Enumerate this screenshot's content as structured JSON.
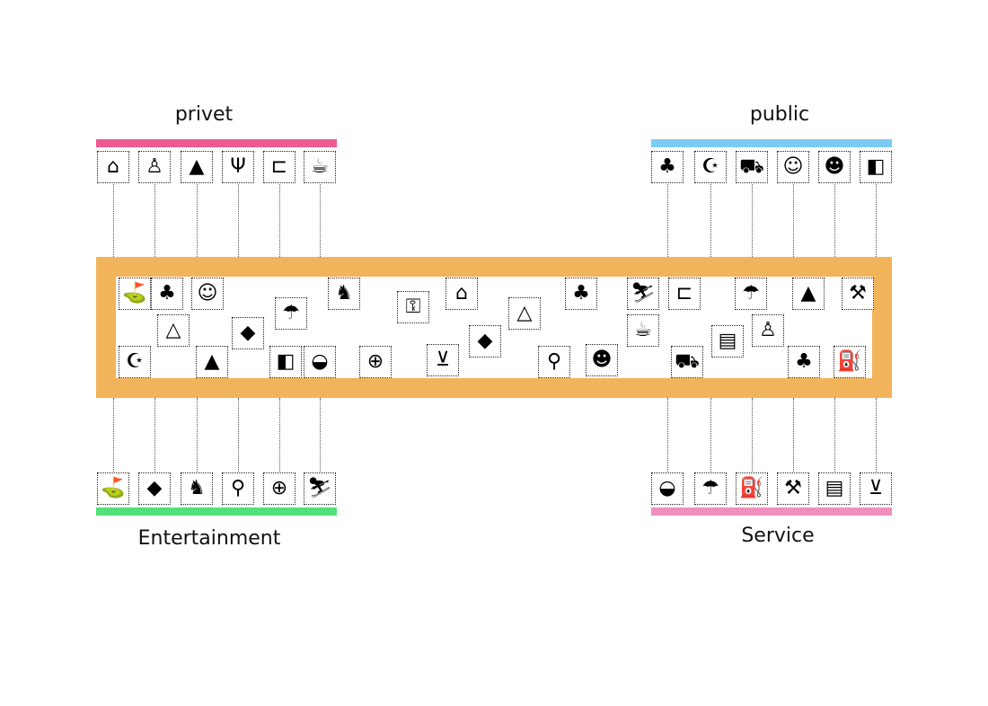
{
  "groups": {
    "privet": {
      "label": "privet",
      "color": "#ee5a92",
      "icons": [
        "house",
        "waiter",
        "tent",
        "fork-knife",
        "bed",
        "coffee"
      ]
    },
    "public": {
      "label": "public",
      "color": "#7dcbf4",
      "icons": [
        "tree-bench",
        "mosque",
        "food-vendor",
        "crowd",
        "theater-masks",
        "shopping-bags"
      ]
    },
    "entertainment": {
      "label": "Entertainment",
      "color": "#52e07a",
      "icons": [
        "golf",
        "kite",
        "carousel",
        "swing",
        "gamepad",
        "skiing"
      ]
    },
    "service": {
      "label": "Service",
      "color": "#ef8fbf",
      "icons": [
        "fast-food",
        "shower",
        "fuel-pump",
        "car-mechanic",
        "car-wash",
        "shopping-cart"
      ]
    }
  },
  "frame_color": "#f2b45a",
  "frame_icons": [
    "golf",
    "tree-bench",
    "crowd",
    "tent-outline",
    "mosque",
    "tent",
    "kite",
    "shower",
    "shopping-bags",
    "fast-food",
    "carousel",
    "gamepad",
    "bellhop",
    "house",
    "shopping-cart",
    "kite",
    "tent-outline",
    "tree-bench",
    "swing",
    "theater-masks",
    "skiing",
    "coffee",
    "bed",
    "food-vendor",
    "car-wash",
    "shower",
    "waiter",
    "tent",
    "car-mechanic",
    "tree-bench",
    "fuel-pump"
  ]
}
